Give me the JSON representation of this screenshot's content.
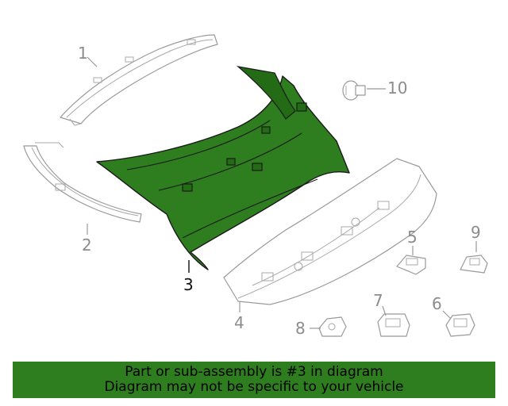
{
  "callouts": {
    "c1": "1",
    "c2": "2",
    "c3": "3",
    "c4": "4",
    "c5": "5",
    "c6": "6",
    "c7": "7",
    "c8": "8",
    "c9": "9",
    "c10": "10"
  },
  "highlighted_part": "3",
  "highlight_color": "#2e7d1e",
  "banner": {
    "line1": "Part or sub-assembly is #3 in diagram",
    "line2": "Diagram may not be specific to your vehicle"
  }
}
